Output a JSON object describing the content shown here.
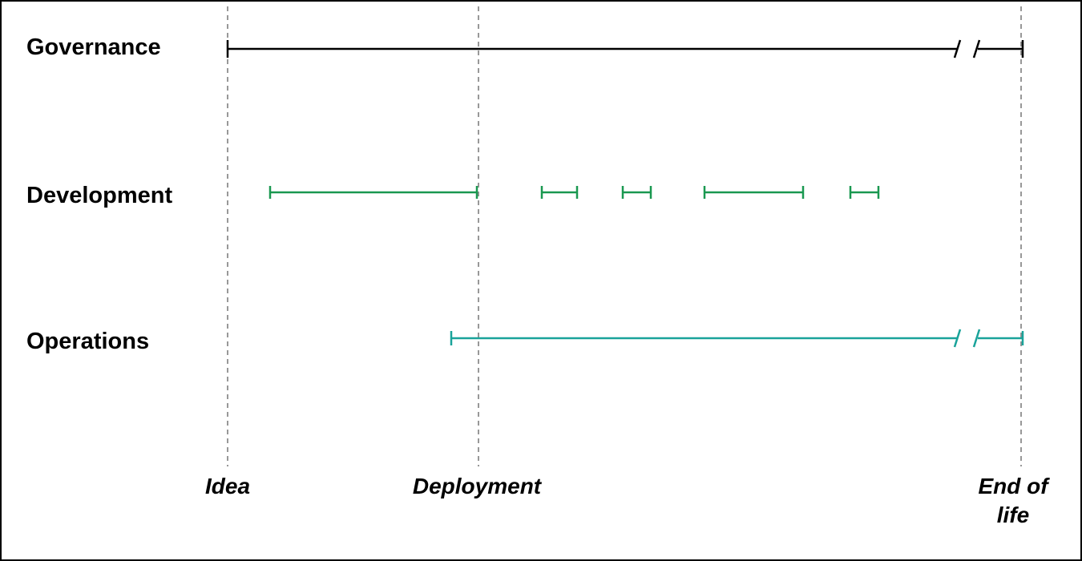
{
  "rows": [
    {
      "label": "Governance",
      "color": "#000000"
    },
    {
      "label": "Development",
      "color": "#1a9850"
    },
    {
      "label": "Operations",
      "color": "#1aa39a"
    }
  ],
  "milestones": [
    {
      "label": "Idea"
    },
    {
      "label": "Deployment"
    },
    {
      "label": "End of\nlife"
    }
  ],
  "segments": {
    "governance": {
      "start_milestone": "Idea",
      "end_milestone": "End of life",
      "axis_break": true
    },
    "development": {
      "count": 5
    },
    "operations": {
      "start": "before Deployment",
      "end_milestone": "End of life",
      "axis_break": true
    }
  }
}
